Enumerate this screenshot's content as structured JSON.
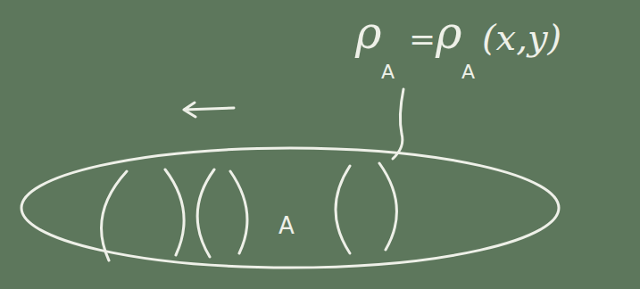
{
  "diagram": {
    "nodes": [
      {
        "text": [
          "A"
        ]
      }
    ],
    "labels": [
      "ρ",
      "A",
      "=",
      "ρ",
      "A",
      "(x,y)"
    ]
  }
}
